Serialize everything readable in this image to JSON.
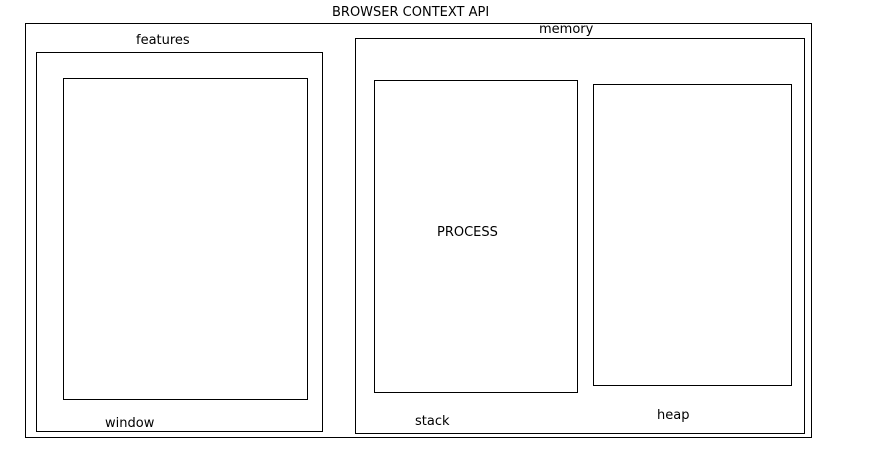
{
  "diagram": {
    "title": "BROWSER CONTEXT API",
    "features_label": "features",
    "window_label": "window",
    "memory_label": "memory",
    "process_label": "PROCESS",
    "stack_label": "stack",
    "heap_label": "heap"
  }
}
